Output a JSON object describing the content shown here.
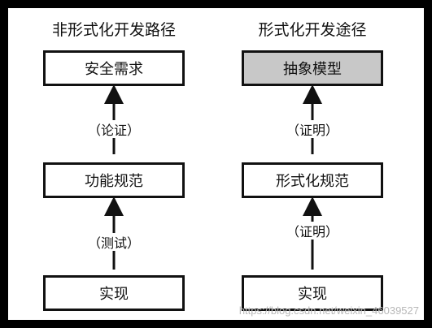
{
  "left_column": {
    "title": "非形式化开发路径",
    "top_box": "安全需求",
    "upper_label": "（论证）",
    "middle_box": "功能规范",
    "lower_label": "（测试）",
    "bottom_box": "实现"
  },
  "right_column": {
    "title": "形式化开发途径",
    "top_box": "抽象模型",
    "upper_label": "（证明）",
    "middle_box": "形式化规范",
    "lower_label": "（证明）",
    "bottom_box": "实现"
  },
  "colors": {
    "background": "#000000",
    "panel": "#ffffff",
    "box_border": "#111111",
    "shaded_box": "#c8c8c8"
  },
  "watermark": "https://blog.csdn.net/weixin_46039527"
}
